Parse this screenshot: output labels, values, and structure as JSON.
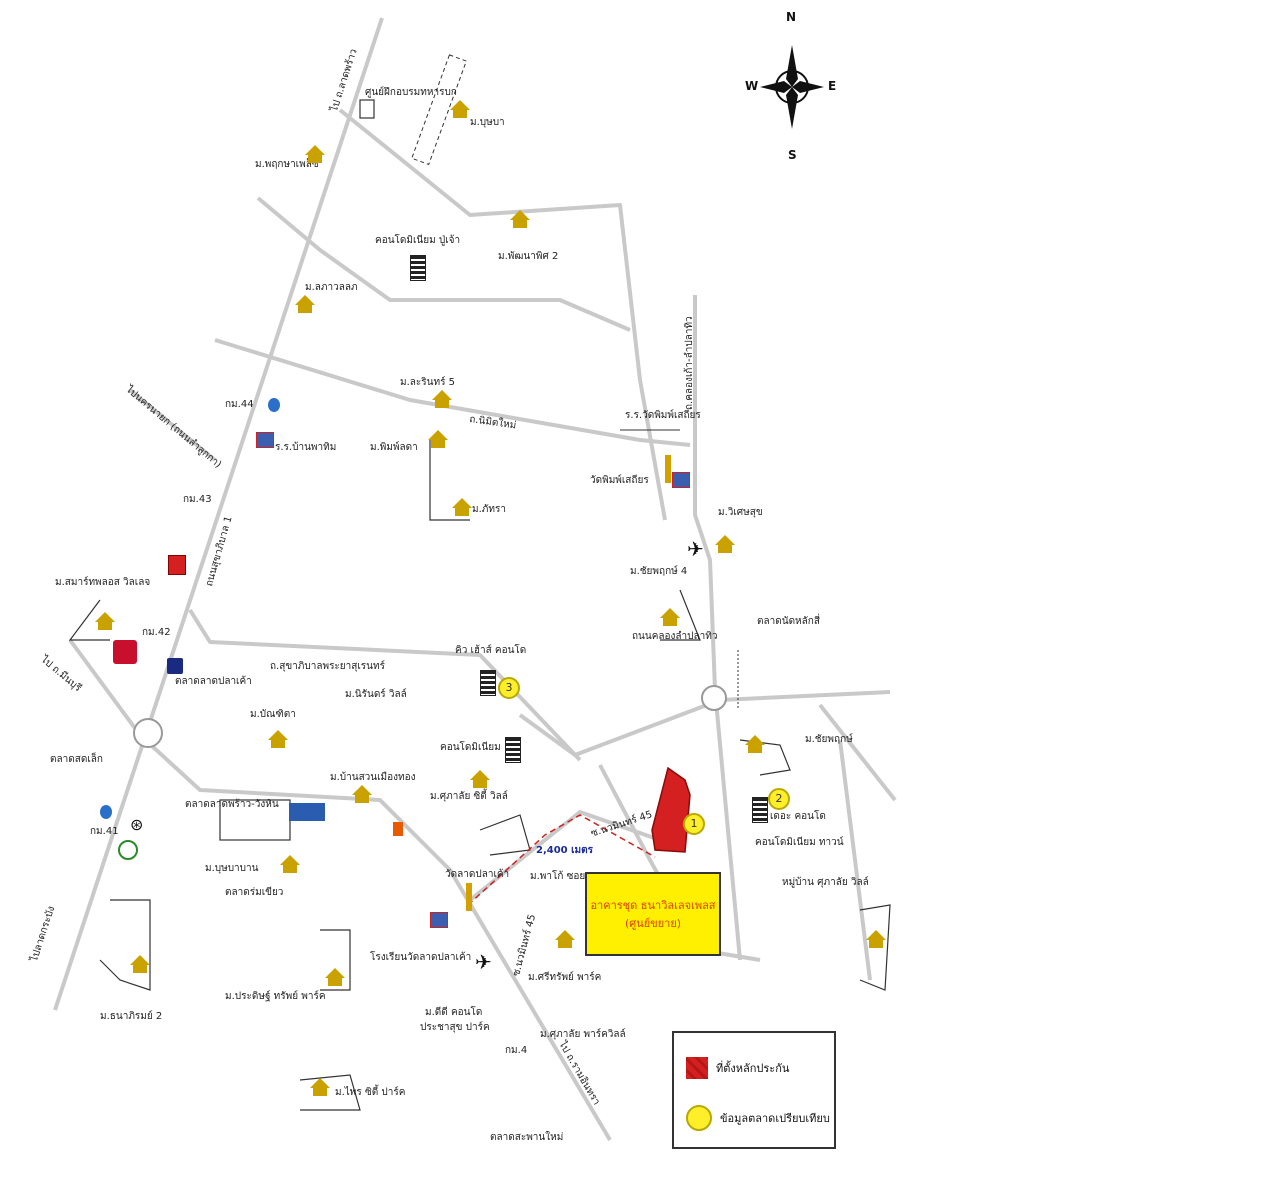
{
  "compass": {
    "n": "N",
    "s": "S",
    "e": "E",
    "w": "W"
  },
  "roads": {
    "to_ladprao": "ไป ถ.ลาดพร้าว",
    "main_road": "ถนนสุขาภิบาล 1",
    "to_nakhon_nayok": "ไปนครนายก (ถนนลำลูกกา)",
    "nimit_mai": "ถ.นิมิตใหม่",
    "sukhaphiban": "ถ.สุขาภิบาลพระยาสุเรนทร์",
    "khlong_road": "ถ.คลองเก้า-ลำปลาทิว",
    "soi_45": "ซ.นวมินทร์ 45",
    "soi_45b": "ซ.นวมินทร์ 45",
    "to_minburi": "ไป ถ.มีนบุรี",
    "to_ramintra": "ไป ถ.รามอินทรา",
    "to_ladkrabang": "ไปลาดกระบัง"
  },
  "distance_label": "2,400 เมตร",
  "places": [
    "ศูนย์ฝึกอบรมทหารบก",
    "ม.บุษบา",
    "ม.พฤกษาเพล็ซ",
    "คอนโดมิเนียม ปู่เจ้า",
    "ม.พัฒนาพิศ 2",
    "ม.ลภาวลลภ",
    "ม.ละรินทร์ 5",
    "ม.พิมพ์ลดา",
    "ม.ภัทรา",
    "กม.44",
    "ร.ร.บ้านพาทิม",
    "กม.43",
    "ม.สมาร์ทพลอส วิลเลจ",
    "กม.42",
    "ตลาดลาดปลาเค้า",
    "ตลาดสดเล็ก",
    "กม.41",
    "ม.ธนาภิรมย์ 2",
    "ร.ร.วัดพิมพ์เสถียร",
    "วัดพิมพ์เสถียร",
    "ม.วิเศษสุข",
    "ม.ชัยพฤกษ์ 4",
    "ตลาดนัดหลักสี่",
    "ถนนคลองลำปลาทิว",
    "ม.นิรันดร์ วิลล์",
    "คิว เฮ้าส์ คอนโด",
    "ม.บัณฑิตา",
    "ม.ชัยพฤกษ์",
    "เดอะ คอนโด",
    "คอนโดมิเนียม",
    "หมู่บ้าน ศุภาลัย วิลล์",
    "คอนโดมิเนียม ทาวน์",
    "ม.ศุภาลัย ซิตี้ วิลล์",
    "ม.บ้านสวนเมืองทอง",
    "ตลาดลาดพร้าว-วังหิน",
    "ม.บุษบาบาน",
    "ตลาดร่มเขียว",
    "วัดลาดปลาเค้า",
    "ม.พาโก้ ซอย",
    "โรงเรียนวัดลาดปลาเค้า",
    "ม.ประดิษฐ์ ทรัพย์ พาร์ค",
    "ม.ศรีทรัพย์ พาร์ค",
    "ม.ดีดี คอนโด",
    "ประชาสุข ปาร์ค",
    "กม.4",
    "ม.ศุภาลัย พาร์ควิลล์",
    "ม.ไพร ซิตี้ ปาร์ค",
    "ตลาดสะพานใหม่"
  ],
  "market_numbers": [
    "1",
    "2",
    "3"
  ],
  "subject": {
    "line1": "อาคารชุด ธนาวิลเลจเพลส",
    "line2": "(ศูนย์ขยาย)"
  },
  "legend": {
    "collateral": "ที่ตั้งหลักประกัน",
    "comparable": "ข้อมูลตลาดเปรียบเทียบ"
  },
  "colors": {
    "road": "#c9c9c9",
    "collateral": "#d42020",
    "comparable": "#ffef2a",
    "subject_box": "#ffef00",
    "house": "#c9a200"
  }
}
